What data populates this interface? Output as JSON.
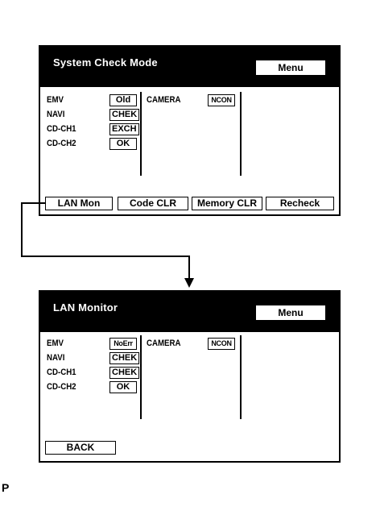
{
  "screen1": {
    "title": "System Check Mode",
    "menu_label": "Menu",
    "devices": [
      {
        "name": "EMV",
        "status": "Old"
      },
      {
        "name": "NAVI",
        "status": "CHEK"
      },
      {
        "name": "CD-CH1",
        "status": "EXCH"
      },
      {
        "name": "CD-CH2",
        "status": "OK"
      }
    ],
    "camera": {
      "name": "CAMERA",
      "status": "NCON"
    },
    "buttons": [
      "LAN Mon",
      "Code CLR",
      "Memory CLR",
      "Recheck"
    ]
  },
  "screen2": {
    "title": "LAN Monitor",
    "menu_label": "Menu",
    "devices": [
      {
        "name": "EMV",
        "status": "NoErr"
      },
      {
        "name": "NAVI",
        "status": "CHEK"
      },
      {
        "name": "CD-CH1",
        "status": "CHEK"
      },
      {
        "name": "CD-CH2",
        "status": "OK"
      }
    ],
    "camera": {
      "name": "CAMERA",
      "status": "NCON"
    },
    "back_label": "BACK"
  },
  "corner_mark": "P"
}
